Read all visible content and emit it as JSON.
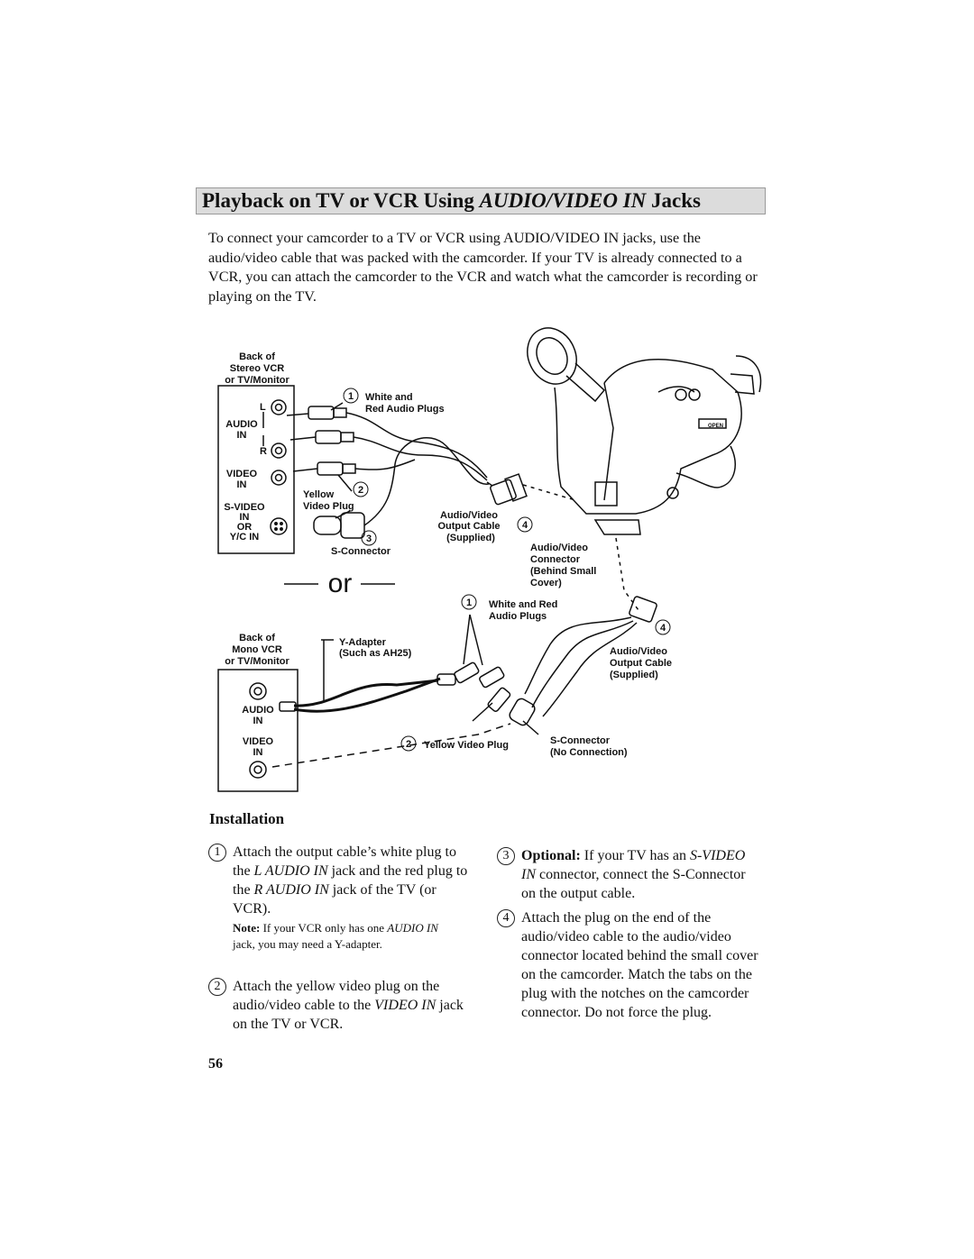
{
  "page": {
    "title_prefix": "Playback on TV or VCR Using ",
    "title_italic": "AUDIO/VIDEO IN",
    "title_suffix": " Jacks",
    "intro": "To connect your camcorder to a TV or VCR using AUDIO/VIDEO IN jacks, use the audio/video cable that was packed with the camcorder. If your TV is already connected to a VCR, you can attach the camcorder to the VCR and watch what the camcorder is recording or playing on the TV.",
    "page_number": "56"
  },
  "diagram": {
    "stereo_back_label": [
      "Back of",
      "Stereo VCR",
      "or TV/Monitor"
    ],
    "jack_l": "L",
    "jack_r": "R",
    "audio_in": [
      "AUDIO",
      "IN"
    ],
    "video_in": [
      "VIDEO",
      "IN"
    ],
    "svideo_in": [
      "S-VIDEO",
      "IN",
      "OR",
      "Y/C IN"
    ],
    "callout_1": "1",
    "white_red_top": [
      "White and",
      "Red Audio Plugs"
    ],
    "callout_2": "2",
    "yellow_plug_top": [
      "Yellow",
      "Video Plug"
    ],
    "callout_3": "3",
    "s_connector_top": "S-Connector",
    "av_cable_top": [
      "Audio/Video",
      "Output Cable",
      "(Supplied)"
    ],
    "callout_4": "4",
    "av_connector": [
      "Audio/Video",
      "Connector",
      "(Behind Small",
      "Cover)"
    ],
    "or_label": "or",
    "white_red_bottom": [
      "White and Red",
      "Audio Plugs"
    ],
    "mono_back_label": [
      "Back of",
      "Mono VCR",
      "or TV/Monitor"
    ],
    "y_adapter": [
      "Y-Adapter",
      "(Such as AH25)"
    ],
    "av_cable_bottom": [
      "Audio/Video",
      "Output Cable",
      "(Supplied)"
    ],
    "audio_in_mono": [
      "AUDIO",
      "IN"
    ],
    "video_in_mono": [
      "VIDEO",
      "IN"
    ],
    "yellow_plug_bottom": "Yellow Video Plug",
    "s_connector_bottom": [
      "S-Connector",
      "(No Connection)"
    ],
    "camcorder_mark": "OPEN"
  },
  "installation": {
    "heading": "Installation",
    "steps": [
      {
        "num": "1",
        "a": "Attach the output cable’s white plug to the ",
        "a_i": "L AUDIO IN",
        "b": " jack and the red plug to the ",
        "b_i": "R AUDIO IN",
        "c": " jack of the TV (or VCR)."
      },
      {
        "num": "2",
        "a": "Attach the yellow video plug on the audio/video cable to the ",
        "a_i": "VIDEO IN",
        "b": " jack on the TV or VCR."
      },
      {
        "num": "3",
        "bold": "Optional:",
        "a": " If your TV has an ",
        "a_i": "S-VIDEO IN",
        "b": " connector, connect the S-Connector on the output cable."
      },
      {
        "num": "4",
        "a": "Attach the plug on the end of the audio/video cable to the audio/video connector located behind the small cover on the camcorder. Match the tabs on the plug with the notches on the camcorder connector. Do not force the plug."
      }
    ],
    "note_label": "Note:",
    "note_a": " If your VCR only has one ",
    "note_i": "AUDIO IN",
    "note_b": " jack, you may need a Y-adapter."
  }
}
